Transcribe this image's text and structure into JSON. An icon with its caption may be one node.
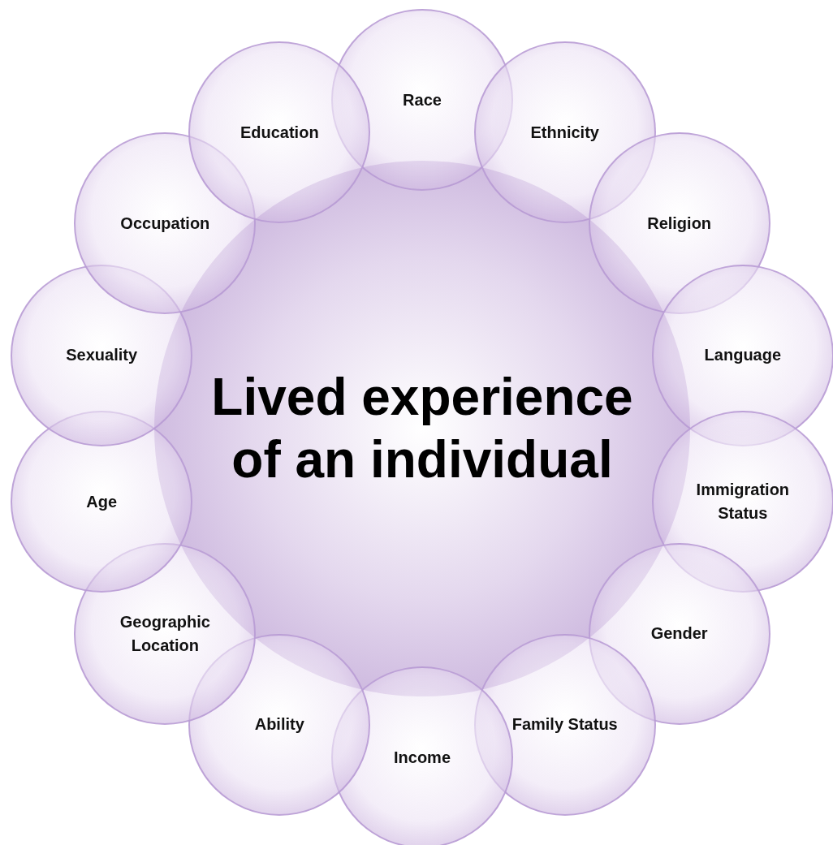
{
  "diagram": {
    "nodes": [
      {
        "text": [
          "Lived experience of an individual"
        ]
      },
      {
        "text": [
          "Race"
        ]
      },
      {
        "text": [
          "Ethnicity"
        ]
      },
      {
        "text": [
          "Religion"
        ]
      },
      {
        "text": [
          "Language"
        ]
      },
      {
        "text": [
          "Immigration Status"
        ]
      },
      {
        "text": [
          "Gender"
        ]
      },
      {
        "text": [
          "Family Status"
        ]
      },
      {
        "text": [
          "Income"
        ]
      },
      {
        "text": [
          "Ability"
        ]
      },
      {
        "text": [
          "Geographic Location"
        ]
      },
      {
        "text": [
          "Age"
        ]
      },
      {
        "text": [
          "Sexuality"
        ]
      },
      {
        "text": [
          "Occupation"
        ]
      },
      {
        "text": [
          "Education"
        ]
      }
    ]
  }
}
